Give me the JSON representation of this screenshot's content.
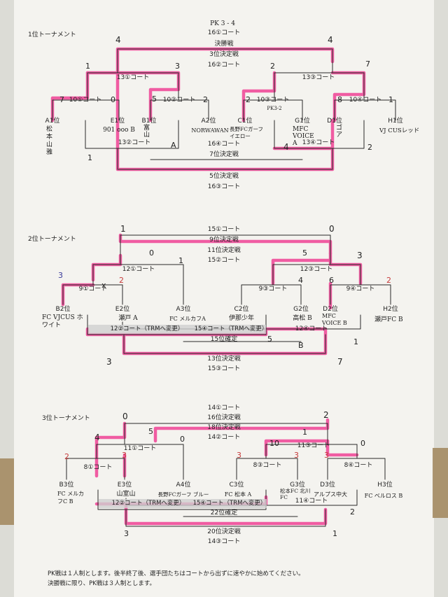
{
  "sections": [
    {
      "title": "1位トーナメント",
      "score_note": "PK 3 - 4",
      "courts_top": [
        "16①コート",
        "決勝戦",
        "3位決定戦",
        "16②コート",
        "13①コート",
        "13③コート"
      ],
      "first_round": [
        "10①コート",
        "10②コート",
        "10③コート",
        "10④コート"
      ],
      "first_round_note": "PK3-2",
      "teams": [
        "A1位",
        "E1位",
        "B1位",
        "A2位",
        "C1位",
        "G1位",
        "D1位",
        "H1位"
      ],
      "team_names": [
        "松本山雅",
        "901 ooo B",
        "富山",
        "NORWAWAN",
        "長野FCガーフ イエロー",
        "MFC VOICE A",
        "ゴア",
        "VJ CUSレッド"
      ],
      "courts_bottom": [
        "13②コート",
        "16④コート",
        "7位決定戦",
        "13④コート",
        "5位決定戦",
        "16③コート"
      ],
      "scores": [
        "4",
        "4",
        "1",
        "3",
        "2",
        "7",
        "7",
        "0",
        "5",
        "2",
        "2",
        "8",
        "1",
        "A",
        "1",
        "4",
        "2"
      ]
    },
    {
      "title": "2位トーナメント",
      "courts_top": [
        "15①コート",
        "9位決定戦",
        "11位決定戦",
        "15②コート",
        "12①コート",
        "12③コート"
      ],
      "first_round": [
        "9①コート",
        "9③コート",
        "9④コート"
      ],
      "teams": [
        "B2位",
        "E2位",
        "A3位",
        "C2位",
        "G2位",
        "D2位",
        "H2位"
      ],
      "team_names": [
        "FC VJCUS ホワイト",
        "瀬戸 A",
        "FC メルカフA",
        "伊那少年",
        "高松 B",
        "MFC VOICE B",
        "瀬戸FC B"
      ],
      "courts_bottom": [
        "12②コート（TRMへ変更）",
        "15④コート（TRMへ変更）",
        "12④コート",
        "15位確定",
        "13位決定戦",
        "15③コート"
      ],
      "scores": [
        "1",
        "0",
        "5",
        "3",
        "0",
        "1",
        "3",
        "2",
        "4",
        "6",
        "2",
        "3",
        "5",
        "7",
        "B",
        "1",
        "x"
      ]
    },
    {
      "title": "3位トーナメント",
      "courts_top": [
        "14①コート",
        "16位決定戦",
        "18位決定戦",
        "14②コート",
        "11①コート",
        "11③コート"
      ],
      "first_round": [
        "8①コート",
        "8③コート",
        "8④コート"
      ],
      "teams": [
        "B3位",
        "E3位",
        "A4位",
        "C3位",
        "G3位",
        "D3位",
        "H3位"
      ],
      "team_names": [
        "FC メルカフC B",
        "山室山",
        "長野FCガーフ ブルー",
        "FC 松本 A",
        "松本FC 北川FC",
        "アルプス中大",
        "FC ベルロス B"
      ],
      "courts_bottom": [
        "12②コート（TRMへ変更）",
        "15④コート（TRMへ変更）",
        "11④コート",
        "22位確定",
        "20位決定戦",
        "14③コート"
      ],
      "scores": [
        "0",
        "2",
        "5",
        "4",
        "0",
        "1",
        "10",
        "0",
        "2",
        "3",
        "3",
        "3",
        "3",
        "3",
        "2",
        "1"
      ]
    }
  ],
  "footer": [
    "PK戦は１人制とします。後半終了後、選手団たちはコートから出ずに速やかに始めてください。",
    "決勝戦に限り、PK戦は３人制とします。"
  ],
  "colors": {
    "highlight": "#f04c9a",
    "ink": "#2a2a2a",
    "paper": "#f4f3ef"
  }
}
